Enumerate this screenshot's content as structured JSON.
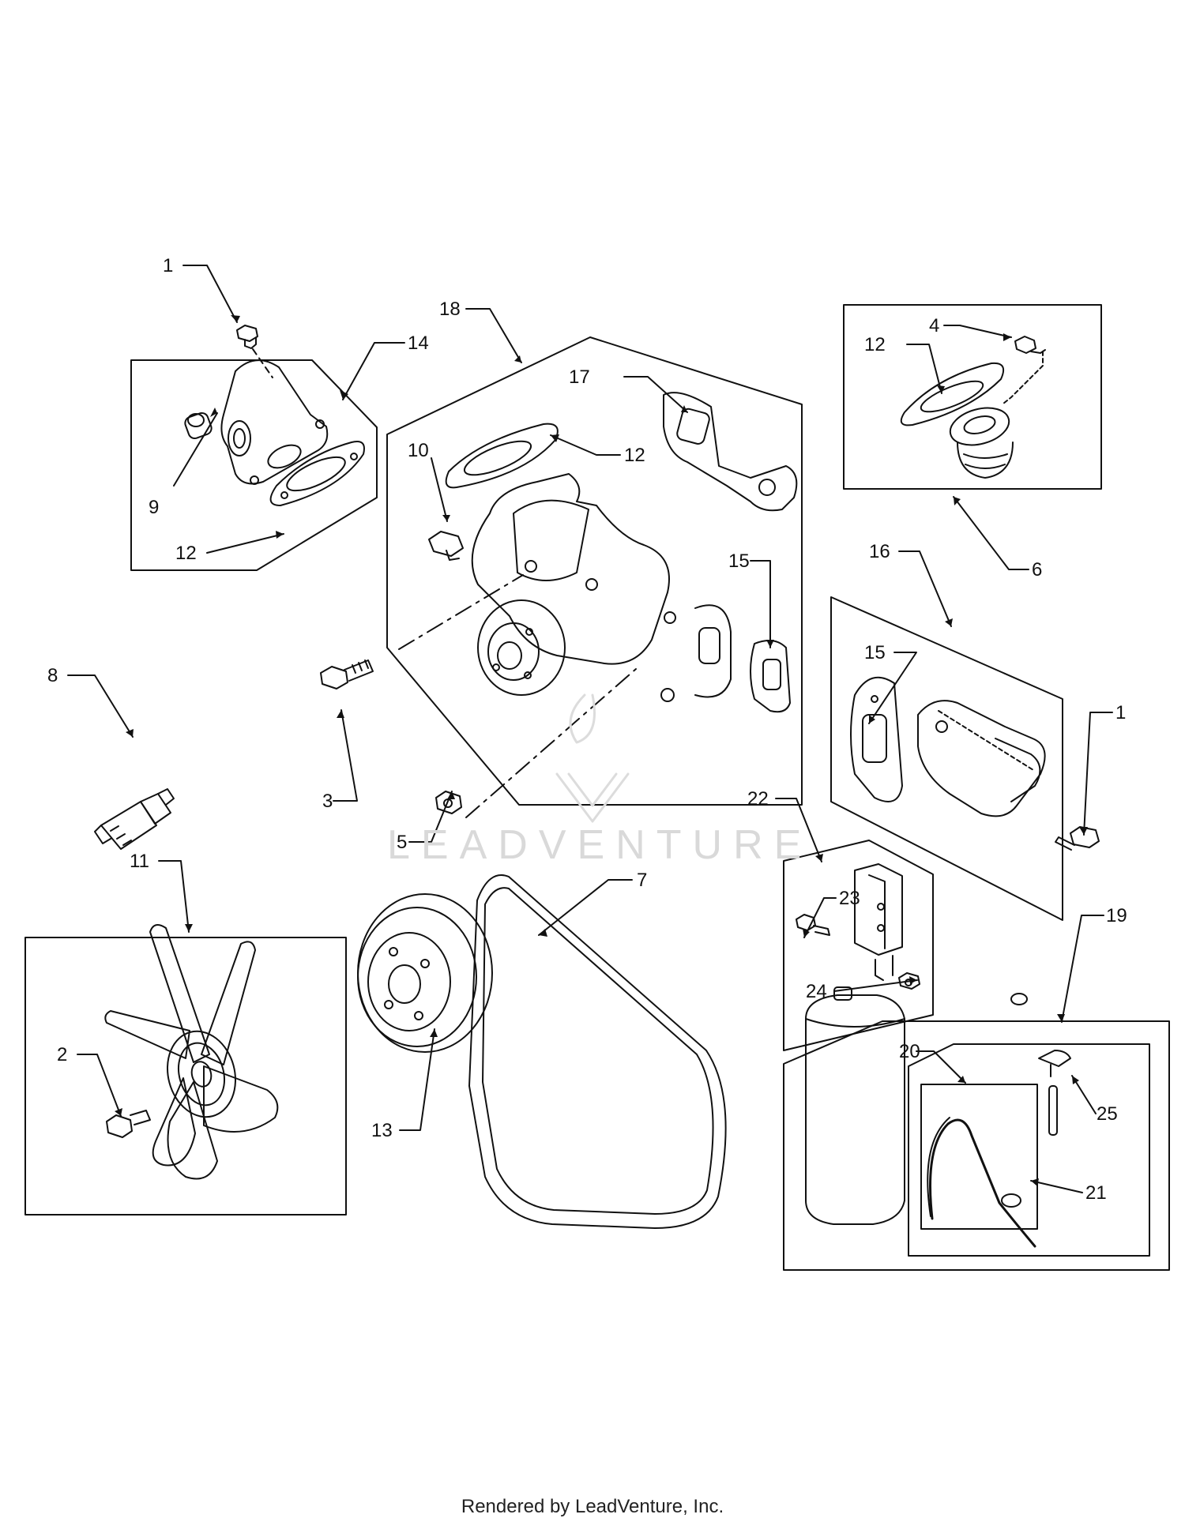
{
  "watermark": "LEADVENTURE",
  "footer": "Rendered by LeadVenture, Inc.",
  "callouts": {
    "c1a": "1",
    "c14": "14",
    "c9": "9",
    "c12a": "12",
    "c18": "18",
    "c17": "17",
    "c10": "10",
    "c12b": "12",
    "c15a": "15",
    "c4": "4",
    "c12c": "12",
    "c6": "6",
    "c16": "16",
    "c15b": "15",
    "c1b": "1",
    "c8": "8",
    "c3": "3",
    "c5": "5",
    "c22": "22",
    "c23": "23",
    "c24": "24",
    "c11": "11",
    "c7": "7",
    "c19": "19",
    "c2": "2",
    "c13": "13",
    "c20": "20",
    "c25": "25",
    "c21": "21"
  },
  "colors": {
    "line": "#111111",
    "watermark": "#d9d9d9"
  }
}
